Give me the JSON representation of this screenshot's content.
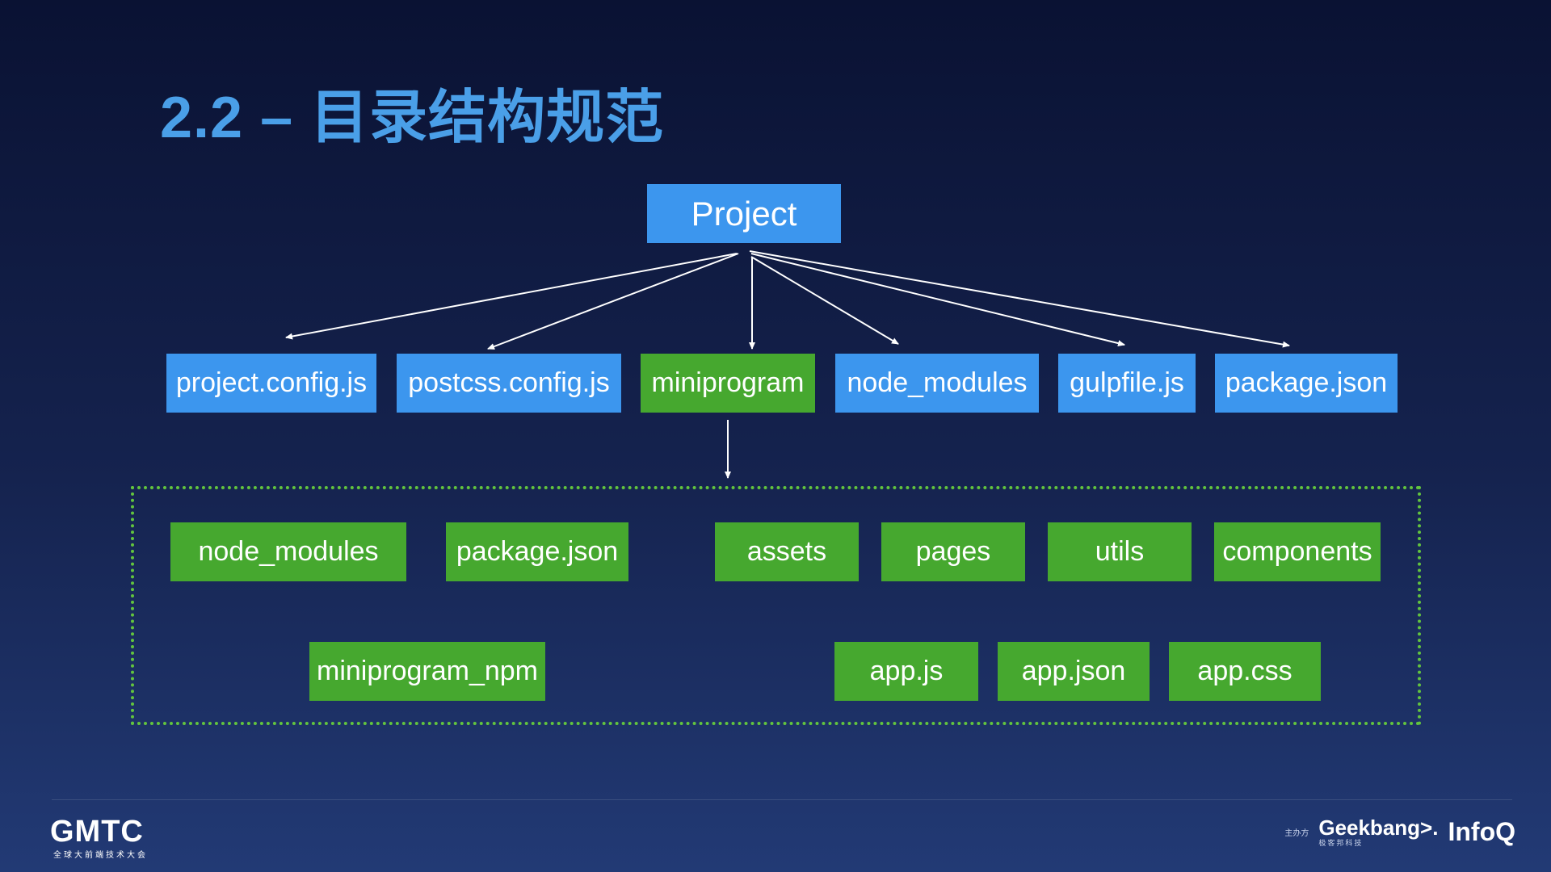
{
  "title": "2.2 – 目录结构规范",
  "root": {
    "label": "Project"
  },
  "level1": [
    {
      "label": "project.config.js",
      "color": "blue"
    },
    {
      "label": "postcss.config.js",
      "color": "blue"
    },
    {
      "label": "miniprogram",
      "color": "green"
    },
    {
      "label": "node_modules",
      "color": "blue"
    },
    {
      "label": "gulpfile.js",
      "color": "blue"
    },
    {
      "label": "package.json",
      "color": "blue"
    }
  ],
  "miniprogram_contents": {
    "row1": [
      "node_modules",
      "package.json",
      "assets",
      "pages",
      "utils",
      "components"
    ],
    "row2": [
      "miniprogram_npm",
      "app.js",
      "app.json",
      "app.css"
    ]
  },
  "colors": {
    "title": "#4a9fe8",
    "blue_box": "#3c96ee",
    "green_box": "#46a82f",
    "dashed_border": "#62c43e"
  },
  "footer": {
    "left_logo": "GMTC",
    "left_logo_sub": "全球大前端技术大会",
    "organizer_label": "主办方",
    "geekbang": "Geekbang>.",
    "geekbang_sub": "极客邦科技",
    "infoq": "InfoQ"
  }
}
